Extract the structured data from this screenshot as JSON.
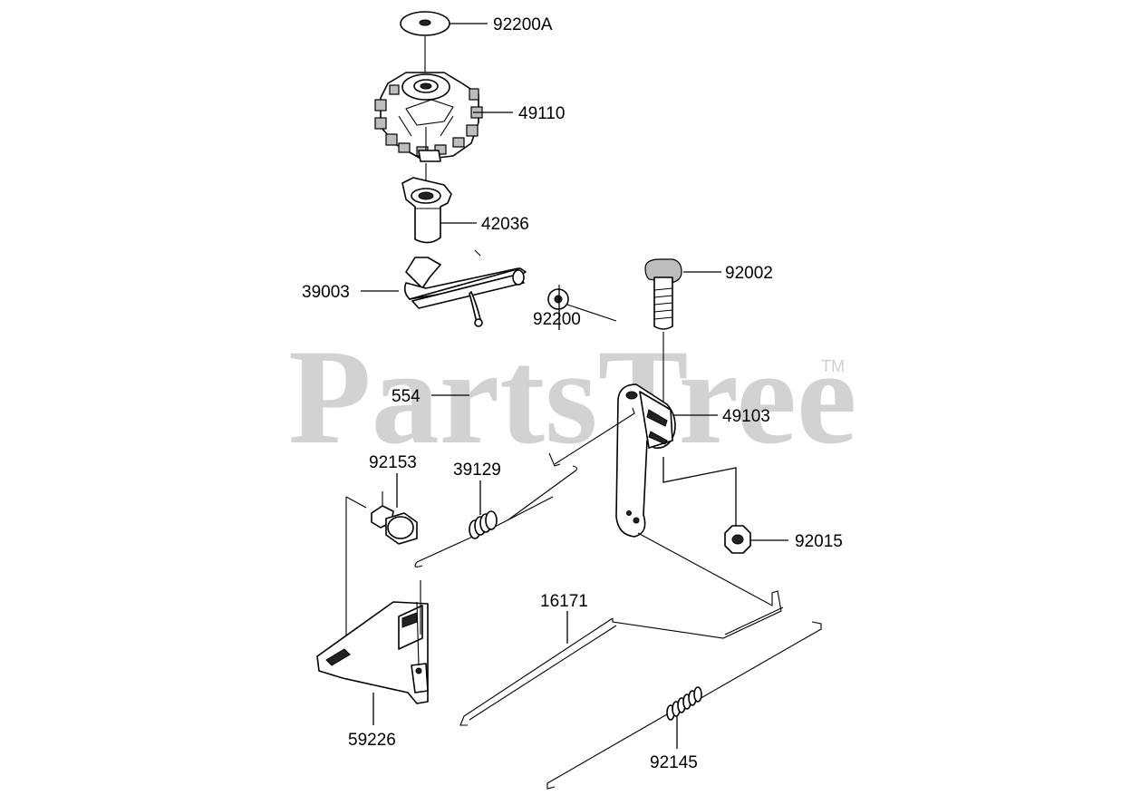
{
  "watermark": {
    "brand": "PartsTree",
    "trademark": "TM"
  },
  "parts": [
    {
      "id": "p-92200A",
      "label": "92200A",
      "icon": "washer-icon"
    },
    {
      "id": "p-49110",
      "label": "49110",
      "icon": "governor-gear-icon"
    },
    {
      "id": "p-42036",
      "label": "42036",
      "icon": "sleeve-icon"
    },
    {
      "id": "p-39003",
      "label": "39003",
      "icon": "governor-shaft-icon"
    },
    {
      "id": "p-92200",
      "label": "92200",
      "icon": "washer-icon"
    },
    {
      "id": "p-554",
      "label": "554",
      "icon": "cotter-pin-icon"
    },
    {
      "id": "p-92002",
      "label": "92002",
      "icon": "bolt-icon"
    },
    {
      "id": "p-49103",
      "label": "49103",
      "icon": "governor-arm-icon"
    },
    {
      "id": "p-92153",
      "label": "92153",
      "icon": "bolt-icon"
    },
    {
      "id": "p-39129",
      "label": "39129",
      "icon": "spring-rod-icon"
    },
    {
      "id": "p-92015",
      "label": "92015",
      "icon": "nut-icon"
    },
    {
      "id": "p-16171",
      "label": "16171",
      "icon": "link-rod-icon"
    },
    {
      "id": "p-59226",
      "label": "59226",
      "icon": "bracket-icon"
    },
    {
      "id": "p-92145",
      "label": "92145",
      "icon": "spring-icon"
    }
  ]
}
